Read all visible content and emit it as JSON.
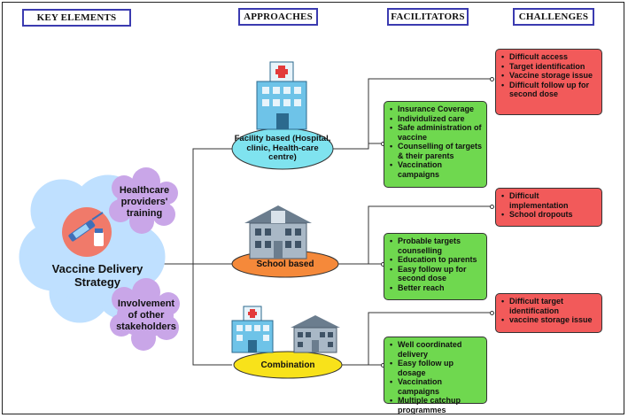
{
  "headers": {
    "key_elements": "KEY ELEMENTS",
    "approaches": "APPROACHES",
    "facilitators": "FACILITATORS",
    "challenges": "CHALLENGES"
  },
  "key_elements": {
    "center": "Vaccine Delivery Strategy",
    "training": "Healthcare providers' training",
    "stakeholders": "Involvement of other stakeholders"
  },
  "approaches": {
    "facility": "Facility based (Hospital, clinic, Health-care centre)",
    "school": "School based",
    "combination": "Combination"
  },
  "facilitators": {
    "facility": [
      "Insurance Coverage",
      "Individulized care",
      "Safe administration of vaccine",
      "Counselling of targets & their parents",
      "Vaccination campaigns"
    ],
    "school": [
      "Probable targets counselling",
      "Education to parents",
      "Easy follow up for second dose",
      "Better reach"
    ],
    "combination": [
      "Well coordinated delivery",
      "Easy follow up dosage",
      "Vaccination campaigns",
      "Multiple catchup programmes"
    ]
  },
  "challenges": {
    "facility": [
      "Difficult access",
      "Target identification",
      "Vaccine storage issue",
      "Difficult follow up for second dose"
    ],
    "school": [
      "Difficult implementation",
      "School dropouts"
    ],
    "combination": [
      "Difficult target identification",
      "vaccine storage issue"
    ]
  },
  "colors": {
    "cloud": "#bfe0ff",
    "cloud_small": "#c9a6e8",
    "facility_ellipse": "#7fe3ef",
    "school_ellipse": "#f5893a",
    "combination_ellipse": "#f8e21a",
    "facilitator_box": "#6fd84f",
    "challenge_box": "#f25a5a"
  },
  "icons": [
    "hospital-icon",
    "school-icon",
    "vaccine-icon"
  ]
}
